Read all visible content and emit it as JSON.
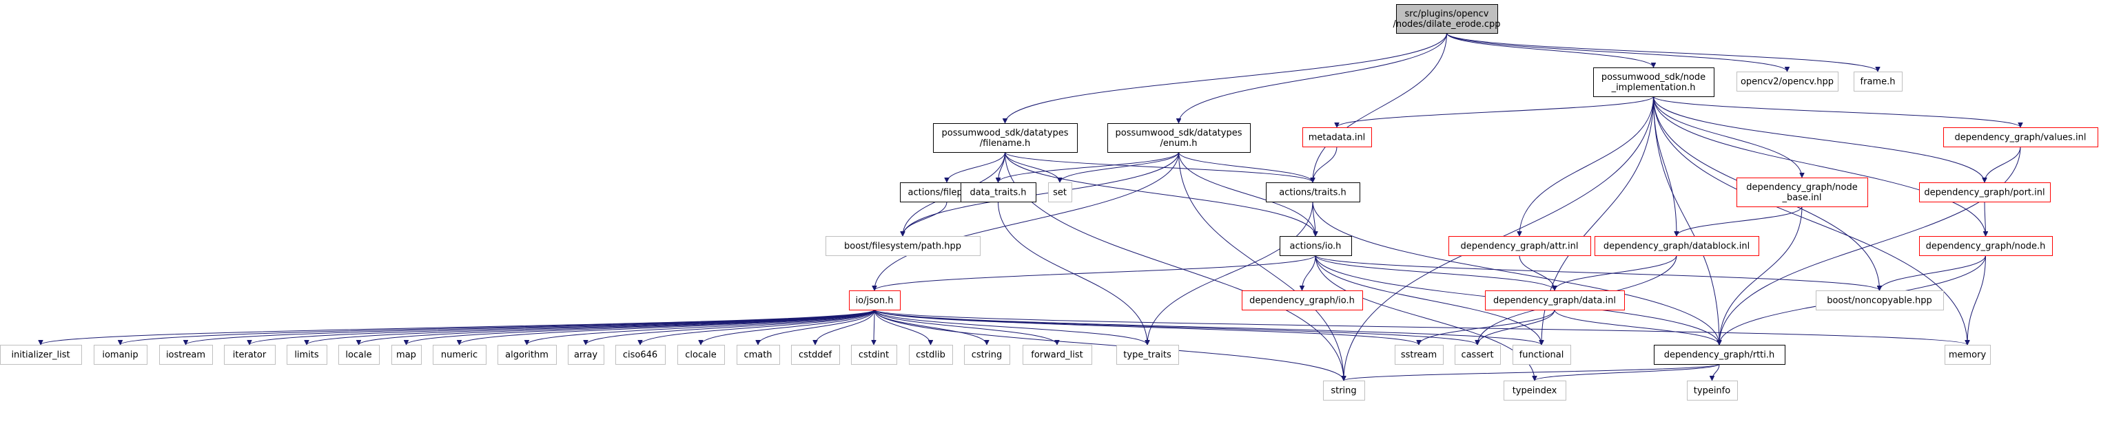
{
  "colors": {
    "edge": "#191970",
    "root_fill": "#bfbfbf",
    "border_normal": "#000000",
    "border_external": "#bfbfbf",
    "border_undocumented": "#ff0000"
  },
  "nodes": {
    "dilate_erode": {
      "lines": [
        "src/plugins/opencv",
        "/nodes/dilate_erode.cpp"
      ],
      "style": "root"
    },
    "node_impl": {
      "lines": [
        "possumwood_sdk/node",
        "_implementation.h"
      ],
      "style": "normal"
    },
    "opencv_hpp": {
      "lines": [
        "opencv2/opencv.hpp"
      ],
      "style": "external"
    },
    "frame_h": {
      "lines": [
        "frame.h"
      ],
      "style": "external"
    },
    "filename_h": {
      "lines": [
        "possumwood_sdk/datatypes",
        "/filename.h"
      ],
      "style": "normal"
    },
    "enum_h": {
      "lines": [
        "possumwood_sdk/datatypes",
        "/enum.h"
      ],
      "style": "normal"
    },
    "metadata_inl": {
      "lines": [
        "metadata.inl"
      ],
      "style": "undocumented"
    },
    "values_inl": {
      "lines": [
        "dependency_graph/values.inl"
      ],
      "style": "undocumented"
    },
    "node_base_inl": {
      "lines": [
        "dependency_graph/node",
        "_base.inl"
      ],
      "style": "undocumented"
    },
    "port_inl": {
      "lines": [
        "dependency_graph/port.inl"
      ],
      "style": "undocumented"
    },
    "actions_traits": {
      "lines": [
        "actions/traits.h"
      ],
      "style": "normal"
    },
    "actions_filepath": {
      "lines": [
        "actions/filepath.h"
      ],
      "style": "normal"
    },
    "data_traits": {
      "lines": [
        "data_traits.h"
      ],
      "style": "normal"
    },
    "set": {
      "lines": [
        "set"
      ],
      "style": "external"
    },
    "attr_inl": {
      "lines": [
        "dependency_graph/attr.inl"
      ],
      "style": "undocumented"
    },
    "datablock_inl": {
      "lines": [
        "dependency_graph/datablock.inl"
      ],
      "style": "undocumented"
    },
    "node_h": {
      "lines": [
        "dependency_graph/node.h"
      ],
      "style": "undocumented"
    },
    "boost_path": {
      "lines": [
        "boost/filesystem/path.hpp"
      ],
      "style": "external"
    },
    "actions_io": {
      "lines": [
        "actions/io.h"
      ],
      "style": "normal"
    },
    "io_json": {
      "lines": [
        "io/json.h"
      ],
      "style": "undocumented"
    },
    "dg_io_h": {
      "lines": [
        "dependency_graph/io.h"
      ],
      "style": "undocumented"
    },
    "data_inl": {
      "lines": [
        "dependency_graph/data.inl"
      ],
      "style": "undocumented"
    },
    "boost_noncopyable": {
      "lines": [
        "boost/noncopyable.hpp"
      ],
      "style": "external"
    },
    "initializer_list": {
      "lines": [
        "initializer_list"
      ],
      "style": "external"
    },
    "iomanip": {
      "lines": [
        "iomanip"
      ],
      "style": "external"
    },
    "iostream": {
      "lines": [
        "iostream"
      ],
      "style": "external"
    },
    "iterator": {
      "lines": [
        "iterator"
      ],
      "style": "external"
    },
    "limits": {
      "lines": [
        "limits"
      ],
      "style": "external"
    },
    "locale": {
      "lines": [
        "locale"
      ],
      "style": "external"
    },
    "map": {
      "lines": [
        "map"
      ],
      "style": "external"
    },
    "numeric": {
      "lines": [
        "numeric"
      ],
      "style": "external"
    },
    "algorithm": {
      "lines": [
        "algorithm"
      ],
      "style": "external"
    },
    "array": {
      "lines": [
        "array"
      ],
      "style": "external"
    },
    "ciso646": {
      "lines": [
        "ciso646"
      ],
      "style": "external"
    },
    "clocale": {
      "lines": [
        "clocale"
      ],
      "style": "external"
    },
    "cmath": {
      "lines": [
        "cmath"
      ],
      "style": "external"
    },
    "cstddef": {
      "lines": [
        "cstddef"
      ],
      "style": "external"
    },
    "cstdint": {
      "lines": [
        "cstdint"
      ],
      "style": "external"
    },
    "cstdlib": {
      "lines": [
        "cstdlib"
      ],
      "style": "external"
    },
    "cstring": {
      "lines": [
        "cstring"
      ],
      "style": "external"
    },
    "forward_list": {
      "lines": [
        "forward_list"
      ],
      "style": "external"
    },
    "type_traits": {
      "lines": [
        "type_traits"
      ],
      "style": "external"
    },
    "sstream": {
      "lines": [
        "sstream"
      ],
      "style": "external"
    },
    "cassert": {
      "lines": [
        "cassert"
      ],
      "style": "external"
    },
    "functional": {
      "lines": [
        "functional"
      ],
      "style": "external"
    },
    "rtti_h": {
      "lines": [
        "dependency_graph/rtti.h"
      ],
      "style": "normal"
    },
    "memory": {
      "lines": [
        "memory"
      ],
      "style": "external"
    },
    "string": {
      "lines": [
        "string"
      ],
      "style": "external"
    },
    "typeindex": {
      "lines": [
        "typeindex"
      ],
      "style": "external"
    },
    "typeinfo": {
      "lines": [
        "typeinfo"
      ],
      "style": "external"
    }
  },
  "edges": [
    [
      "dilate_erode",
      "node_impl"
    ],
    [
      "dilate_erode",
      "opencv_hpp"
    ],
    [
      "dilate_erode",
      "frame_h"
    ],
    [
      "dilate_erode",
      "filename_h"
    ],
    [
      "dilate_erode",
      "enum_h"
    ],
    [
      "dilate_erode",
      "actions_traits"
    ],
    [
      "node_impl",
      "metadata_inl"
    ],
    [
      "node_impl",
      "values_inl"
    ],
    [
      "node_impl",
      "node_base_inl"
    ],
    [
      "node_impl",
      "port_inl"
    ],
    [
      "node_impl",
      "attr_inl"
    ],
    [
      "node_impl",
      "datablock_inl"
    ],
    [
      "node_impl",
      "node_h"
    ],
    [
      "node_impl",
      "boost_noncopyable"
    ],
    [
      "node_impl",
      "functional"
    ],
    [
      "node_impl",
      "memory"
    ],
    [
      "node_impl",
      "rtti_h"
    ],
    [
      "node_impl",
      "string"
    ],
    [
      "filename_h",
      "actions_filepath"
    ],
    [
      "filename_h",
      "data_traits"
    ],
    [
      "filename_h",
      "set"
    ],
    [
      "filename_h",
      "actions_traits"
    ],
    [
      "filename_h",
      "boost_path"
    ],
    [
      "filename_h",
      "actions_io"
    ],
    [
      "filename_h",
      "string"
    ],
    [
      "enum_h",
      "actions_traits"
    ],
    [
      "enum_h",
      "data_traits"
    ],
    [
      "enum_h",
      "set"
    ],
    [
      "enum_h",
      "boost_path"
    ],
    [
      "enum_h",
      "actions_io"
    ],
    [
      "enum_h",
      "io_json"
    ],
    [
      "enum_h",
      "string"
    ],
    [
      "metadata_inl",
      "actions_traits"
    ],
    [
      "values_inl",
      "port_inl"
    ],
    [
      "values_inl",
      "rtti_h"
    ],
    [
      "node_base_inl",
      "datablock_inl"
    ],
    [
      "node_base_inl",
      "rtti_h"
    ],
    [
      "port_inl",
      "node_h"
    ],
    [
      "actions_traits",
      "actions_io"
    ],
    [
      "actions_traits",
      "type_traits"
    ],
    [
      "actions_traits",
      "rtti_h"
    ],
    [
      "actions_filepath",
      "boost_path"
    ],
    [
      "data_traits",
      "type_traits"
    ],
    [
      "attr_inl",
      "data_inl"
    ],
    [
      "datablock_inl",
      "data_inl"
    ],
    [
      "datablock_inl",
      "cassert"
    ],
    [
      "node_h",
      "boost_noncopyable"
    ],
    [
      "node_h",
      "memory"
    ],
    [
      "node_h",
      "rtti_h"
    ],
    [
      "actions_io",
      "io_json"
    ],
    [
      "actions_io",
      "dg_io_h"
    ],
    [
      "actions_io",
      "data_inl"
    ],
    [
      "actions_io",
      "boost_noncopyable"
    ],
    [
      "actions_io",
      "functional"
    ],
    [
      "actions_io",
      "rtti_h"
    ],
    [
      "actions_io",
      "typeindex"
    ],
    [
      "io_json",
      "initializer_list"
    ],
    [
      "io_json",
      "iomanip"
    ],
    [
      "io_json",
      "iostream"
    ],
    [
      "io_json",
      "iterator"
    ],
    [
      "io_json",
      "limits"
    ],
    [
      "io_json",
      "locale"
    ],
    [
      "io_json",
      "map"
    ],
    [
      "io_json",
      "numeric"
    ],
    [
      "io_json",
      "algorithm"
    ],
    [
      "io_json",
      "array"
    ],
    [
      "io_json",
      "ciso646"
    ],
    [
      "io_json",
      "clocale"
    ],
    [
      "io_json",
      "cmath"
    ],
    [
      "io_json",
      "cstddef"
    ],
    [
      "io_json",
      "cstdint"
    ],
    [
      "io_json",
      "cstdlib"
    ],
    [
      "io_json",
      "cstring"
    ],
    [
      "io_json",
      "forward_list"
    ],
    [
      "io_json",
      "type_traits"
    ],
    [
      "io_json",
      "sstream"
    ],
    [
      "io_json",
      "cassert"
    ],
    [
      "io_json",
      "functional"
    ],
    [
      "io_json",
      "memory"
    ],
    [
      "io_json",
      "string"
    ],
    [
      "data_inl",
      "sstream"
    ],
    [
      "data_inl",
      "cassert"
    ],
    [
      "data_inl",
      "rtti_h"
    ],
    [
      "rtti_h",
      "string"
    ],
    [
      "rtti_h",
      "typeindex"
    ],
    [
      "rtti_h",
      "typeinfo"
    ]
  ]
}
